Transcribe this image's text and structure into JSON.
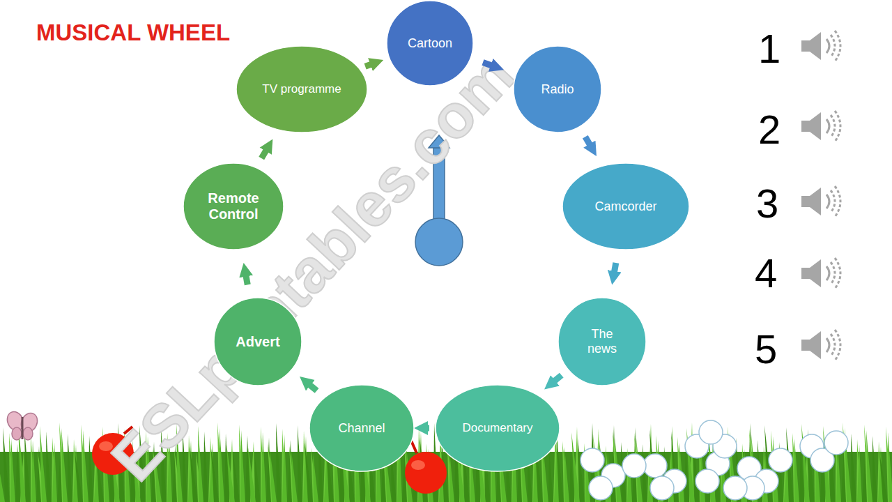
{
  "diagram": {
    "title": "MUSICAL WHEEL",
    "nodes": [
      {
        "text": [
          "Cartoon"
        ]
      },
      {
        "text": [
          "Radio"
        ]
      },
      {
        "text": [
          "Camcorder"
        ]
      },
      {
        "text": [
          "The news"
        ]
      },
      {
        "text": [
          "Documentary"
        ]
      },
      {
        "text": [
          "Channel"
        ]
      },
      {
        "text": [
          "Advert"
        ]
      },
      {
        "text": [
          "Remote Control"
        ]
      },
      {
        "text": [
          "TV programme"
        ]
      }
    ],
    "edges": [
      {
        "from": 0,
        "to": 1,
        "arrow": "to"
      },
      {
        "from": 1,
        "to": 2,
        "arrow": "to"
      },
      {
        "from": 2,
        "to": 3,
        "arrow": "to"
      },
      {
        "from": 3,
        "to": 4,
        "arrow": "to"
      },
      {
        "from": 4,
        "to": 5,
        "arrow": "to"
      },
      {
        "from": 5,
        "to": 6,
        "arrow": "to"
      },
      {
        "from": 6,
        "to": 7,
        "arrow": "to"
      },
      {
        "from": 7,
        "to": 8,
        "arrow": "to"
      },
      {
        "from": 8,
        "to": 0,
        "arrow": "to"
      }
    ],
    "labels": [
      "1",
      "2",
      "3",
      "4",
      "5",
      "ESLprintables.com"
    ]
  }
}
